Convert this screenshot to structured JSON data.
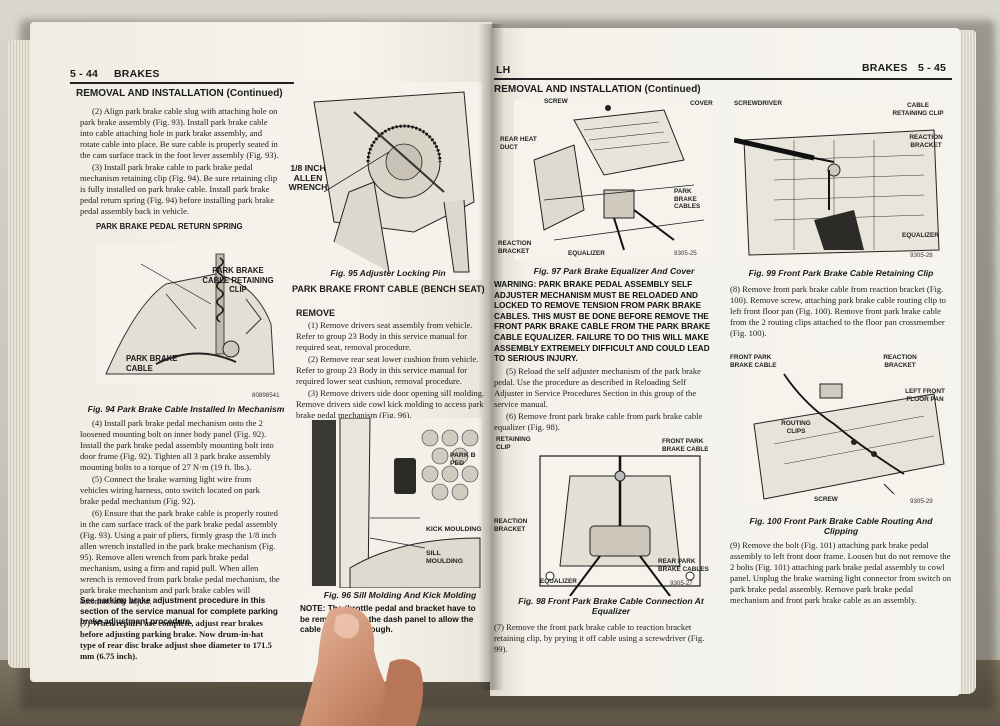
{
  "left_page": {
    "header_page": "5 - 44",
    "header_section": "BRAKES",
    "section_title": "REMOVAL AND INSTALLATION (Continued)",
    "para_2": "(2) Align park brake cable slug with attaching hole on park brake assembly (Fig. 93). Install park brake cable into cable attaching hole in park brake assembly, and rotate cable into place. Be sure cable is properly seated in the cam surface track in the foot lever assembly (Fig. 93).",
    "para_3": "(3) Install park brake cable to park brake pedal mechanism retaining clip (Fig. 94). Be sure retaining clip is fully installed on park brake cable. Install park brake pedal return spring (Fig. 94) before installing park brake pedal assembly back in vehicle.",
    "fig94": {
      "label_return_spring": "PARK BRAKE PEDAL RETURN SPRING",
      "label_retaining_clip": "PARK BRAKE CABLE RETAINING CLIP",
      "label_cable": "PARK BRAKE CABLE",
      "code": "80898541",
      "caption": "Fig. 94 Park Brake Cable Installed In Mechanism"
    },
    "fig95": {
      "label_wrench": "1/8 INCH ALLEN WRENCH",
      "caption": "Fig. 95 Adjuster Locking Pin"
    },
    "para_4": "(4) Install park brake pedal mechanism onto the 2 loosened mounting bolt on inner body panel (Fig. 92). Install the park brake pedal assembly mounting bolt into door frame (Fig. 92). Tighten all 3 park brake assembly mounting bolts to a torque of 27 N·m (19 ft. lbs.).",
    "para_5": "(5) Connect the brake warning light wire from vehicles wiring harness, onto switch located on park brake pedal mechanism (Fig. 92).",
    "para_6": "(6) Ensure that the park brake cable is properly routed in the cam surface track of the park brake pedal assembly (Fig. 93). Using a pair of pliers, firmly grasp the 1/8 inch allen wrench installed in the park brake mechanism (Fig. 95). Remove allen wrench from park brake pedal mechanism, using a firm and rapid pull. When allen wrench is removed from park brake pedal mechanism, the park brake mechanism and park brake cables will automatically adjust.",
    "para_6_bold": "See parking brake adjustment procedure in this section of the service manual for complete parking brake adjustment procedure.",
    "para_7": "(7) When repairs are complete, adjust rear brakes before adjusting parking brake. Now drum-in-hat type of rear disc brake adjust shoe diameter to 171.5 mm (6.75 inch).",
    "sub_title": "PARK BRAKE FRONT CABLE (BENCH SEAT)",
    "remove_title": "REMOVE",
    "remove_1": "(1) Remove drivers seat assembly from vehicle. Refer to group 23 Body in this service manual for required seat, removal procedure.",
    "remove_2": "(2) Remove rear seat lower cushion from vehicle. Refer to group 23 Body in this service manual for required lower seat cushion, removal procedure.",
    "remove_3": "(3) Remove drivers side door opening sill molding. Remove drivers side cowl kick molding to access park brake pedal mechanism (Fig. 96).",
    "fig96": {
      "label_park": "PARK B PED",
      "label_kick": "KICK MOULDING",
      "label_sill": "SILL MOULDING",
      "caption": "Fig. 96 Sill Molding And Kick Molding"
    },
    "note": "NOTE: The throttle pedal and bracket have to be removed from the dash panel to allow the cable to be fed through."
  },
  "right_page": {
    "header_lh": "LH",
    "header_section": "BRAKES",
    "header_page": "5 - 45",
    "section_title": "REMOVAL AND INSTALLATION (Continued)",
    "fig97": {
      "label_screw": "SCREW",
      "label_cover": "COVER",
      "label_rear_heat": "REAR HEAT DUCT",
      "label_cables": "PARK BRAKE CABLES",
      "label_reaction": "REACTION BRACKET",
      "label_equalizer": "EQUALIZER",
      "code": "9305-25",
      "caption": "Fig. 97 Park Brake Equalizer And Cover"
    },
    "warning": "WARNING: PARK BRAKE PEDAL ASSEMBLY SELF ADJUSTER MECHANISM MUST BE RELOADED AND LOCKED TO REMOVE TENSION FROM PARK BRAKE CABLES. THIS MUST BE DONE BEFORE REMOVE THE FRONT PARK BRAKE CABLE FROM THE PARK BRAKE CABLE EQUALIZER. FAILURE TO DO THIS WILL MAKE ASSEMBLY EXTREMELY DIFFICULT AND COULD LEAD TO SERIOUS INJURY.",
    "para_5": "(5) Reload the self adjuster mechanism of the park brake pedal. Use the procedure as described in Reloading Self Adjuster in Service Procedures Section in this group of the service manual.",
    "para_6": "(6) Remove front park brake cable from park brake cable equalizer (Fig. 98).",
    "fig98": {
      "label_retaining": "RETAINING CLIP",
      "label_front": "FRONT PARK BRAKE CABLE",
      "label_reaction": "REACTION BRACKET",
      "label_equalizer": "EQUALIZER",
      "label_rear": "REAR PARK BRAKE CABLES",
      "code": "9305-27",
      "caption": "Fig. 98 Front Park Brake Cable Connection At Equalizer"
    },
    "para_7": "(7) Remove the front park brake cable to reaction bracket retaining clip, by prying it off cable using a screwdriver (Fig. 99).",
    "fig99": {
      "label_screwdriver": "SCREWDRIVER",
      "label_retaining": "CABLE RETAINING CLIP",
      "label_reaction": "REACTION BRACKET",
      "label_equalizer": "EQUALIZER",
      "code": "9305-28",
      "caption": "Fig. 99 Front Park Brake Cable Retaining Clip"
    },
    "para_8": "(8) Remove front park brake cable from reaction bracket (Fig. 100). Remove screw, attaching park brake cable routing clip to left front floor pan (Fig. 100). Remove front park brake cable from the 2 routing clips attached to the floor pan crossmember (Fig. 100).",
    "fig100": {
      "label_front": "FRONT PARK BRAKE CABLE",
      "label_reaction": "REACTION BRACKET",
      "label_floor": "LEFT FRONT FLOOR PAN",
      "label_routing": "ROUTING CLIPS",
      "label_screw": "SCREW",
      "code": "9305-29",
      "caption": "Fig. 100 Front Park Brake Cable Routing And Clipping"
    },
    "para_9": "(9) Remove the bolt (Fig. 101) attaching park brake pedal assembly to left front door frame. Loosen but do not remove the 2 bolts (Fig. 101) attaching park brake pedal assembly to cowl panel. Unplug the brake warning light connector from switch on park brake pedal assembly. Remove park brake pedal mechanism and front park brake cable as an assembly."
  }
}
